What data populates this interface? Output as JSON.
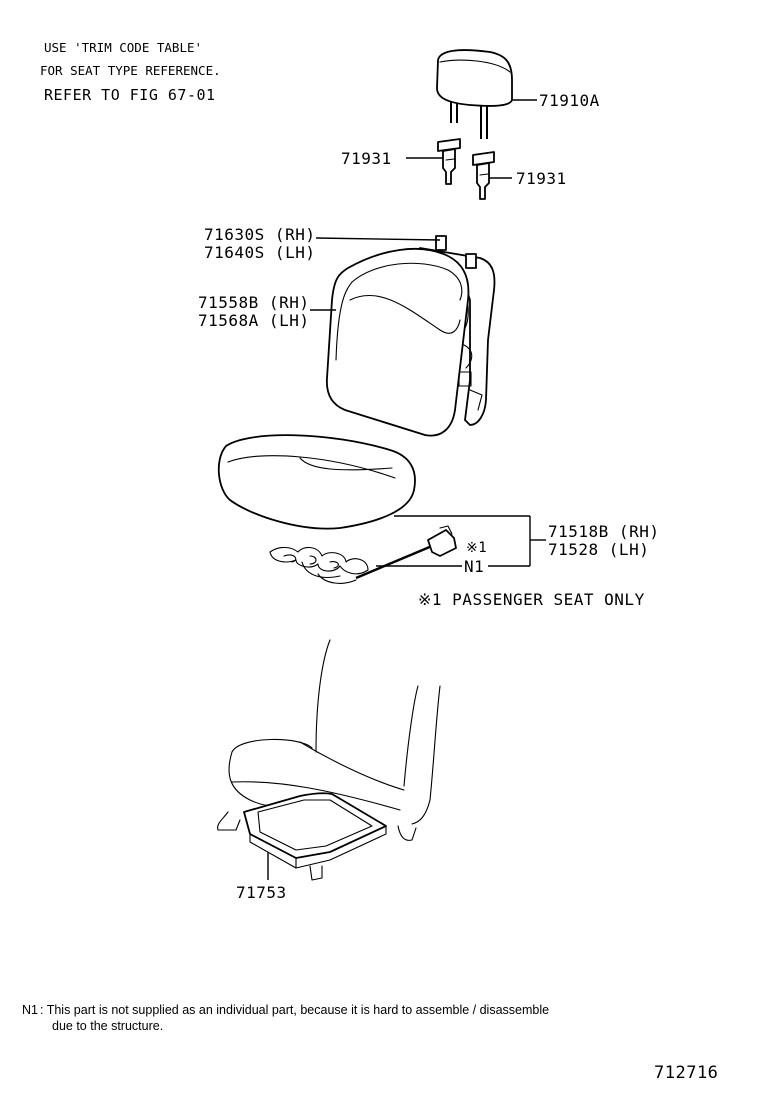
{
  "header_notes": {
    "line1": "USE 'TRIM CODE TABLE'",
    "line2": "FOR SEAT TYPE REFERENCE.",
    "line3": "REFER TO FIG 67-01"
  },
  "parts": {
    "headrest": "71910A",
    "support_left": "71931",
    "support_right": "71931",
    "frame_rh": "71630S (RH)",
    "frame_lh": "71640S (LH)",
    "back_cover_rh": "71558B (RH)",
    "back_cover_lh": "71568A (LH)",
    "cushion_rh": "71518B (RH)",
    "cushion_lh": "71528  (LH)",
    "sensor_mark": "※1",
    "sensor_note_ref": "N1",
    "adjuster": "71753"
  },
  "passenger_note": "※1  PASSENGER SEAT ONLY",
  "footnote": {
    "key": "N1",
    "line1": ": This part is not supplied as an individual part, because it is hard to assemble / disassemble",
    "line2": "due to the structure."
  },
  "figure_number": "712716"
}
